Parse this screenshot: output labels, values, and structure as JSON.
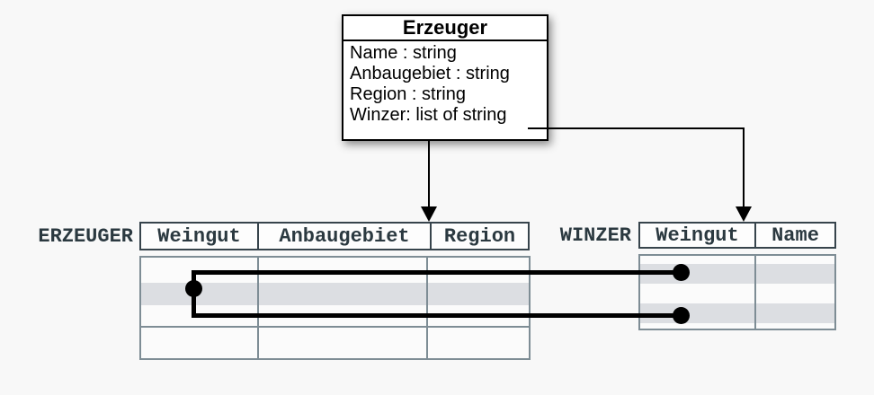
{
  "class_box": {
    "title": "Erzeuger",
    "attributes": [
      "Name : string",
      "Anbaugebiet : string",
      "Region : string",
      "Winzer: list of string"
    ]
  },
  "erzeuger_table": {
    "label": "ERZEUGER",
    "columns": [
      "Weingut",
      "Anbaugebiet",
      "Region"
    ],
    "body_rows": 4,
    "highlighted_row": 2
  },
  "winzer_table": {
    "label": "WINZER",
    "columns": [
      "Weingut",
      "Name"
    ],
    "body_rows": 4,
    "highlighted_rows": [
      2,
      4
    ]
  },
  "colors": {
    "background": "#f8f8f8",
    "class_box_border": "#000000",
    "header_border": "#37444c",
    "grid_border": "#7e8d95",
    "row_shade": "#dcdee2",
    "label_text": "#2b3940",
    "connector": "#000000"
  }
}
